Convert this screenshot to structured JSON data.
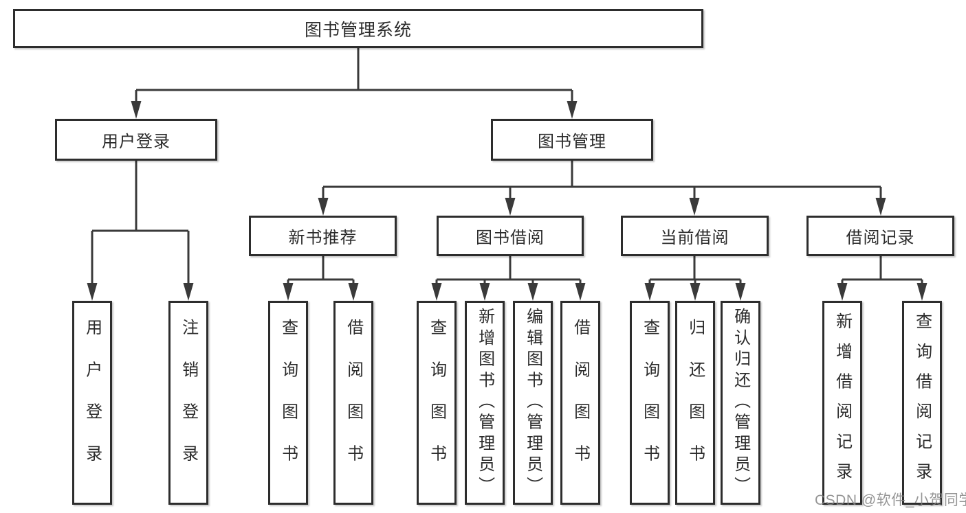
{
  "diagram": {
    "type": "hierarchy-tree",
    "root": {
      "label": "图书管理系统"
    },
    "level2": [
      {
        "label": "用户登录"
      },
      {
        "label": "图书管理"
      }
    ],
    "level3": [
      {
        "label": "新书推荐",
        "parent": "图书管理"
      },
      {
        "label": "图书借阅",
        "parent": "图书管理"
      },
      {
        "label": "当前借阅",
        "parent": "图书管理"
      },
      {
        "label": "借阅记录",
        "parent": "图书管理"
      }
    ],
    "leaves": [
      {
        "label": "用户登录",
        "parent": "用户登录"
      },
      {
        "label": "注销登录",
        "parent": "用户登录"
      },
      {
        "label": "查询图书",
        "parent": "新书推荐"
      },
      {
        "label": "借阅图书",
        "parent": "新书推荐"
      },
      {
        "label": "查询图书",
        "parent": "图书借阅"
      },
      {
        "label": "新增图书（管理员）",
        "parent": "图书借阅"
      },
      {
        "label": "编辑图书（管理员）",
        "parent": "图书借阅"
      },
      {
        "label": "借阅图书",
        "parent": "图书借阅"
      },
      {
        "label": "查询图书",
        "parent": "当前借阅"
      },
      {
        "label": "归还图书",
        "parent": "当前借阅"
      },
      {
        "label": "确认归还（管理员）",
        "parent": "当前借阅"
      },
      {
        "label": "新增借阅记录",
        "parent": "借阅记录"
      },
      {
        "label": "查询借阅记录",
        "parent": "借阅记录"
      }
    ],
    "colors": {
      "line": "#3a3a3a",
      "box_border": "#2d2d2d",
      "box_background": "#ffffff",
      "text": "#2b2b2b",
      "watermark": "#828282"
    }
  },
  "watermark": {
    "text": "CSDN @软件_小贺同学"
  }
}
